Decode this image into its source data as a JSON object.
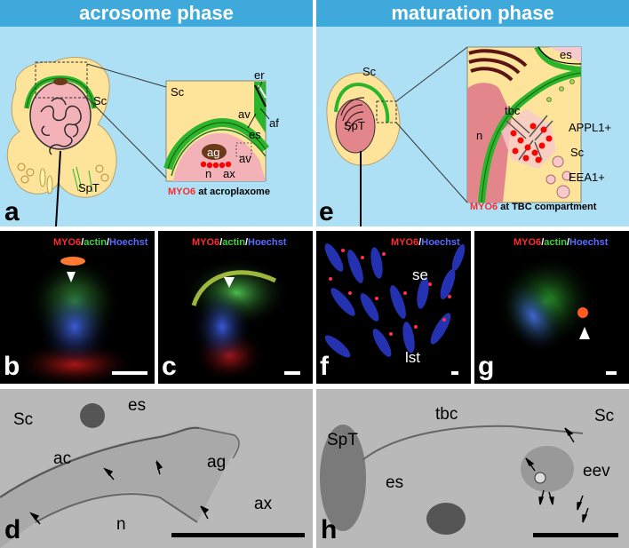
{
  "headers": {
    "left": "acrosome phase",
    "right": "maturation phase"
  },
  "panels": {
    "a": {
      "letter": "a",
      "caption_marker": "MYO6",
      "caption_rest": " at acroplaxome",
      "labels": {
        "sc_left": "Sc",
        "spt": "SpT",
        "sc_zoom": "Sc",
        "er": "er",
        "av_top": "av",
        "af": "af",
        "es": "es",
        "ag": "ag",
        "av_mid": "av",
        "n": "n",
        "ax": "ax"
      }
    },
    "e": {
      "letter": "e",
      "caption_marker": "MYO6",
      "caption_rest": " at TBC compartment",
      "labels": {
        "sc_left": "Sc",
        "spt": "SpT",
        "es": "es",
        "tbc": "tbc",
        "n": "n",
        "appl1": "APPL1+",
        "sc_zoom": "Sc",
        "eea1": "EEA1+"
      }
    },
    "b": {
      "letter": "b",
      "stain": {
        "myo6": "MYO6",
        "actin": "actin",
        "hoechst": "Hoechst",
        "sep": "/"
      }
    },
    "c": {
      "letter": "c",
      "stain": {
        "myo6": "MYO6",
        "actin": "actin",
        "hoechst": "Hoechst",
        "sep": "/"
      }
    },
    "f": {
      "letter": "f",
      "stain": {
        "myo6": "MYO6",
        "hoechst": "Hoechst",
        "sep": "/"
      },
      "labels": {
        "se": "se",
        "lst": "lst"
      }
    },
    "g": {
      "letter": "g",
      "stain": {
        "myo6": "MYO6",
        "actin": "actin",
        "hoechst": "Hoechst",
        "sep": "/"
      }
    },
    "d": {
      "letter": "d",
      "labels": {
        "sc": "Sc",
        "es": "es",
        "ac": "ac",
        "ag": "ag",
        "n": "n",
        "ax": "ax"
      }
    },
    "h": {
      "letter": "h",
      "labels": {
        "spt": "SpT",
        "tbc": "tbc",
        "sc": "Sc",
        "es": "es",
        "eev": "eev"
      }
    }
  },
  "colors": {
    "header_bg": "#3fa9dc",
    "diagram_bg": "#aee0f5",
    "sertoli": "#fde49a",
    "nucleus": "#f2b2b8",
    "myo6_marker": "#ff0000",
    "actin": "#2bb52b"
  }
}
